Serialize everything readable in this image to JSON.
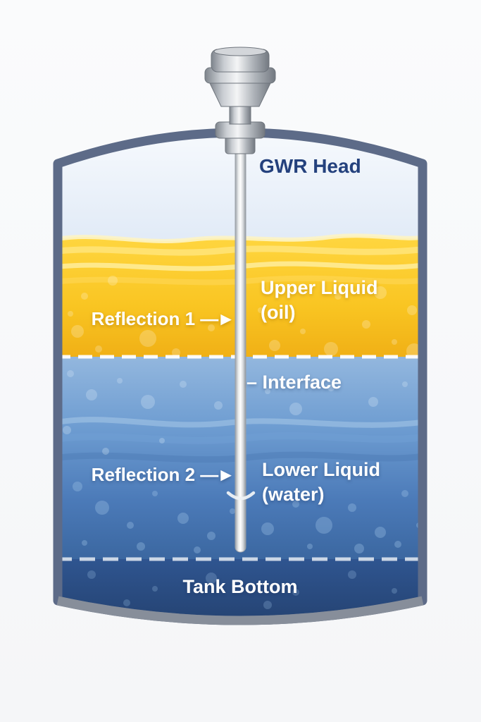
{
  "diagram": {
    "head_label": "GWR Head",
    "upper_liquid": {
      "line1": "Upper Liquid",
      "line2": "(oil)"
    },
    "reflection1": {
      "label": "Reflection 1 ",
      "arrow": "—►"
    },
    "interface": {
      "label": "– Interface"
    },
    "reflection2": {
      "label": "Reflection 2 ",
      "arrow": "—►"
    },
    "lower_liquid": {
      "line1": "Lower Liquid",
      "line2": "(water)"
    },
    "tank_bottom_label": "Tank Bottom",
    "colors": {
      "tank_wall": "#5d6b88",
      "vapor_space": "#e8eff9",
      "oil": "#f9c522",
      "oil_wave_highlight": "#fff3b8",
      "water_top": "#8fb4dc",
      "water_deep": "#3f6ea9",
      "tank_bottom_zone": "#2b4d80",
      "interface_dash": "#ffffff",
      "bottom_dash": "#dce5ef",
      "head_text": "#24417d",
      "label_text": "#ffffff",
      "probe_metal": "#e8eaec"
    }
  }
}
